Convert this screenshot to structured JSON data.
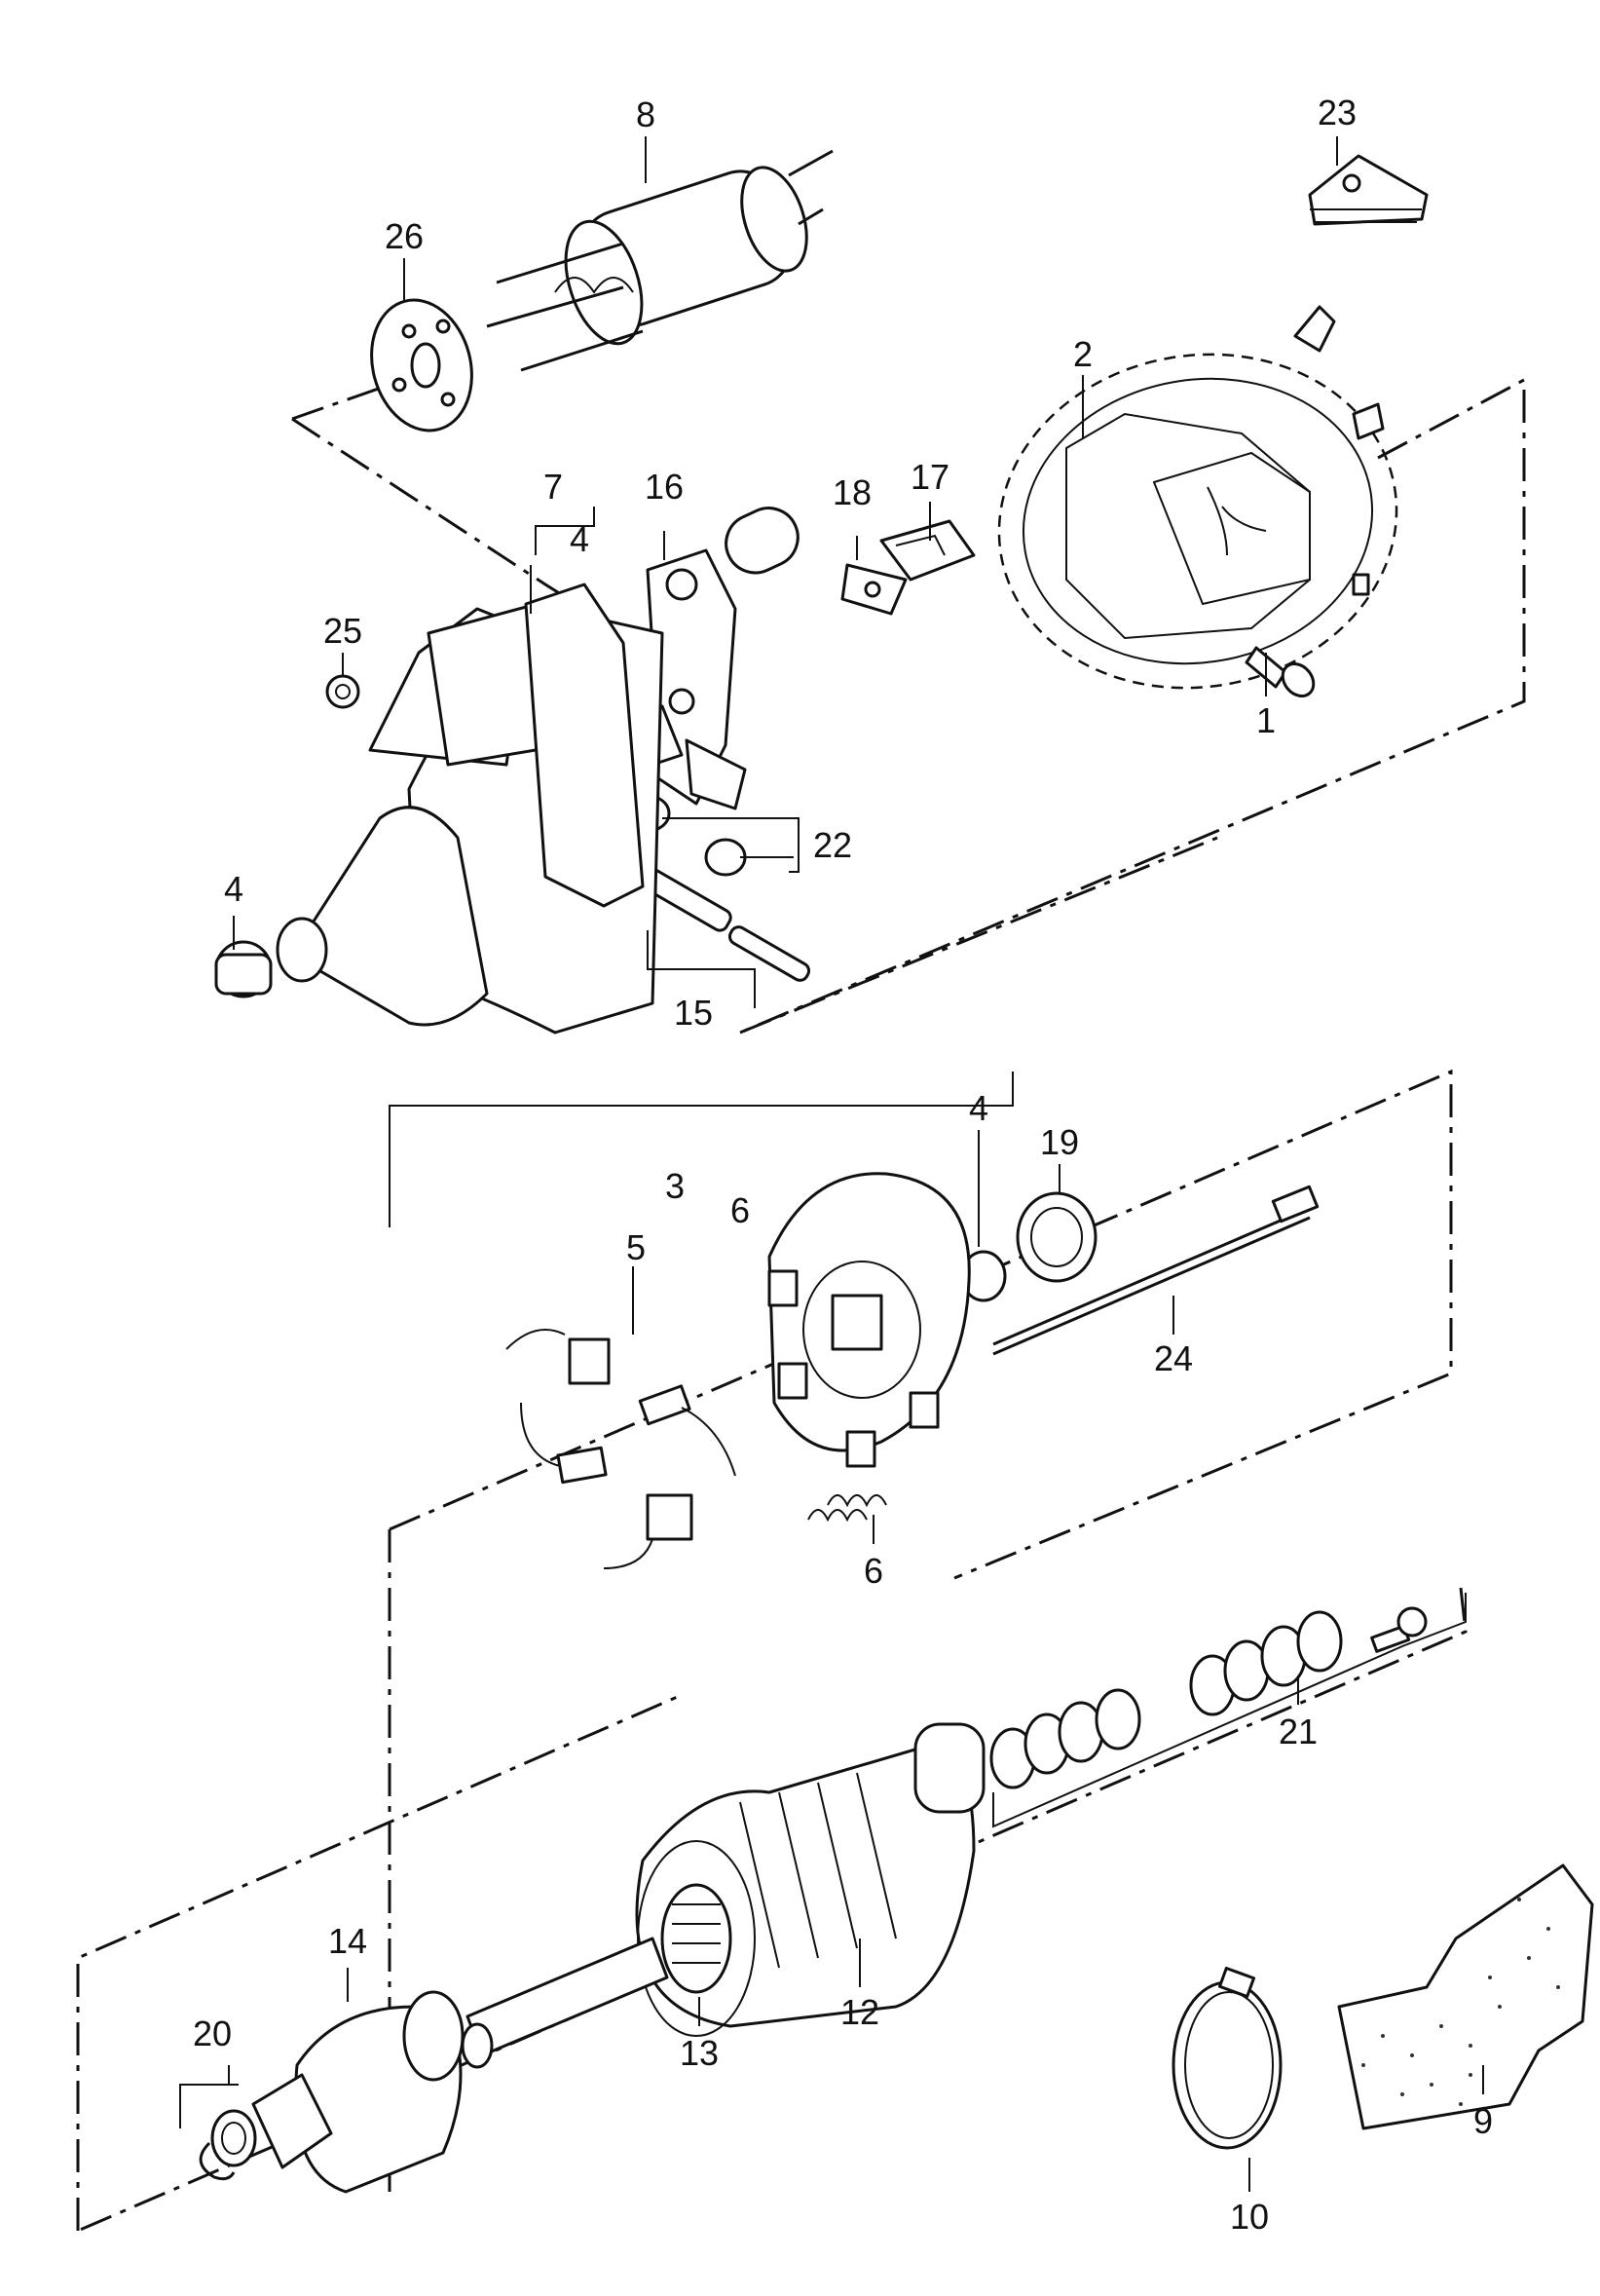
{
  "callouts": {
    "c1": "1",
    "c2": "2",
    "c3": "3",
    "c4a": "4",
    "c4b": "4",
    "c4c": "4",
    "c5": "5",
    "c6a": "6",
    "c6b": "6",
    "c7": "7",
    "c8": "8",
    "c9": "9",
    "c10": "10",
    "c12": "12",
    "c13": "13",
    "c14": "14",
    "c15": "15",
    "c16": "16",
    "c17": "17",
    "c18": "18",
    "c19": "19",
    "c20": "20",
    "c21": "21",
    "c22": "22",
    "c23": "23",
    "c24": "24",
    "c25": "25",
    "c26": "26"
  }
}
